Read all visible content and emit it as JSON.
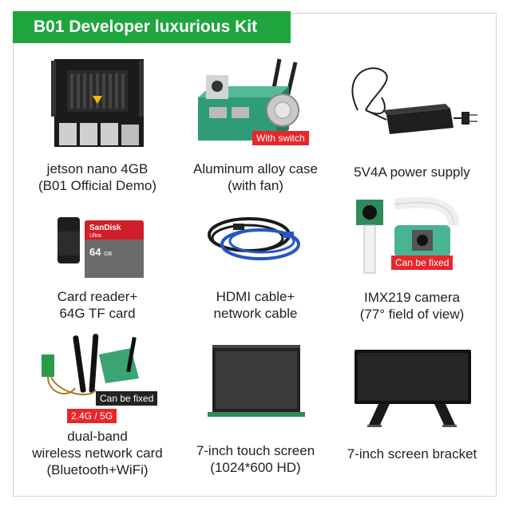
{
  "header": {
    "title": "B01 Developer luxurious Kit"
  },
  "items": [
    {
      "caption_1": "jetson nano 4GB",
      "caption_2": "(B01 Official Demo)",
      "icon": "dev-board"
    },
    {
      "caption_1": "Aluminum alloy case",
      "caption_2": "(with fan)",
      "tag": "With switch",
      "icon": "aluminum-case"
    },
    {
      "caption_1": "5V4A power supply",
      "caption_2": "",
      "icon": "power-adapter"
    },
    {
      "caption_1": "Card reader+",
      "caption_2": "64G TF card",
      "icon": "tf-card",
      "card_brand": "SanDisk",
      "card_line": "Ultra",
      "card_size": "64",
      "card_unit": "GB"
    },
    {
      "caption_1": "HDMI cable+",
      "caption_2": "network cable",
      "icon": "cables"
    },
    {
      "caption_1": "IMX219 camera",
      "caption_2": "(77° field of view)",
      "tag": "Can be fixed",
      "icon": "camera-module"
    },
    {
      "caption_1": "dual-band",
      "caption_2": "wireless network card",
      "caption_3": "(Bluetooth+WiFi)",
      "tag": "Can be fixed",
      "tag_2": "2.4G / 5G",
      "icon": "wifi-card"
    },
    {
      "caption_1": "7-inch touch screen",
      "caption_2": "(1024*600 HD)",
      "icon": "touch-screen"
    },
    {
      "caption_1": "7-inch screen bracket",
      "caption_2": "",
      "icon": "screen-bracket"
    }
  ],
  "colors": {
    "brand_green": "#1ea53e",
    "tag_red": "#e8262a",
    "case_green": "#2f9b78"
  }
}
